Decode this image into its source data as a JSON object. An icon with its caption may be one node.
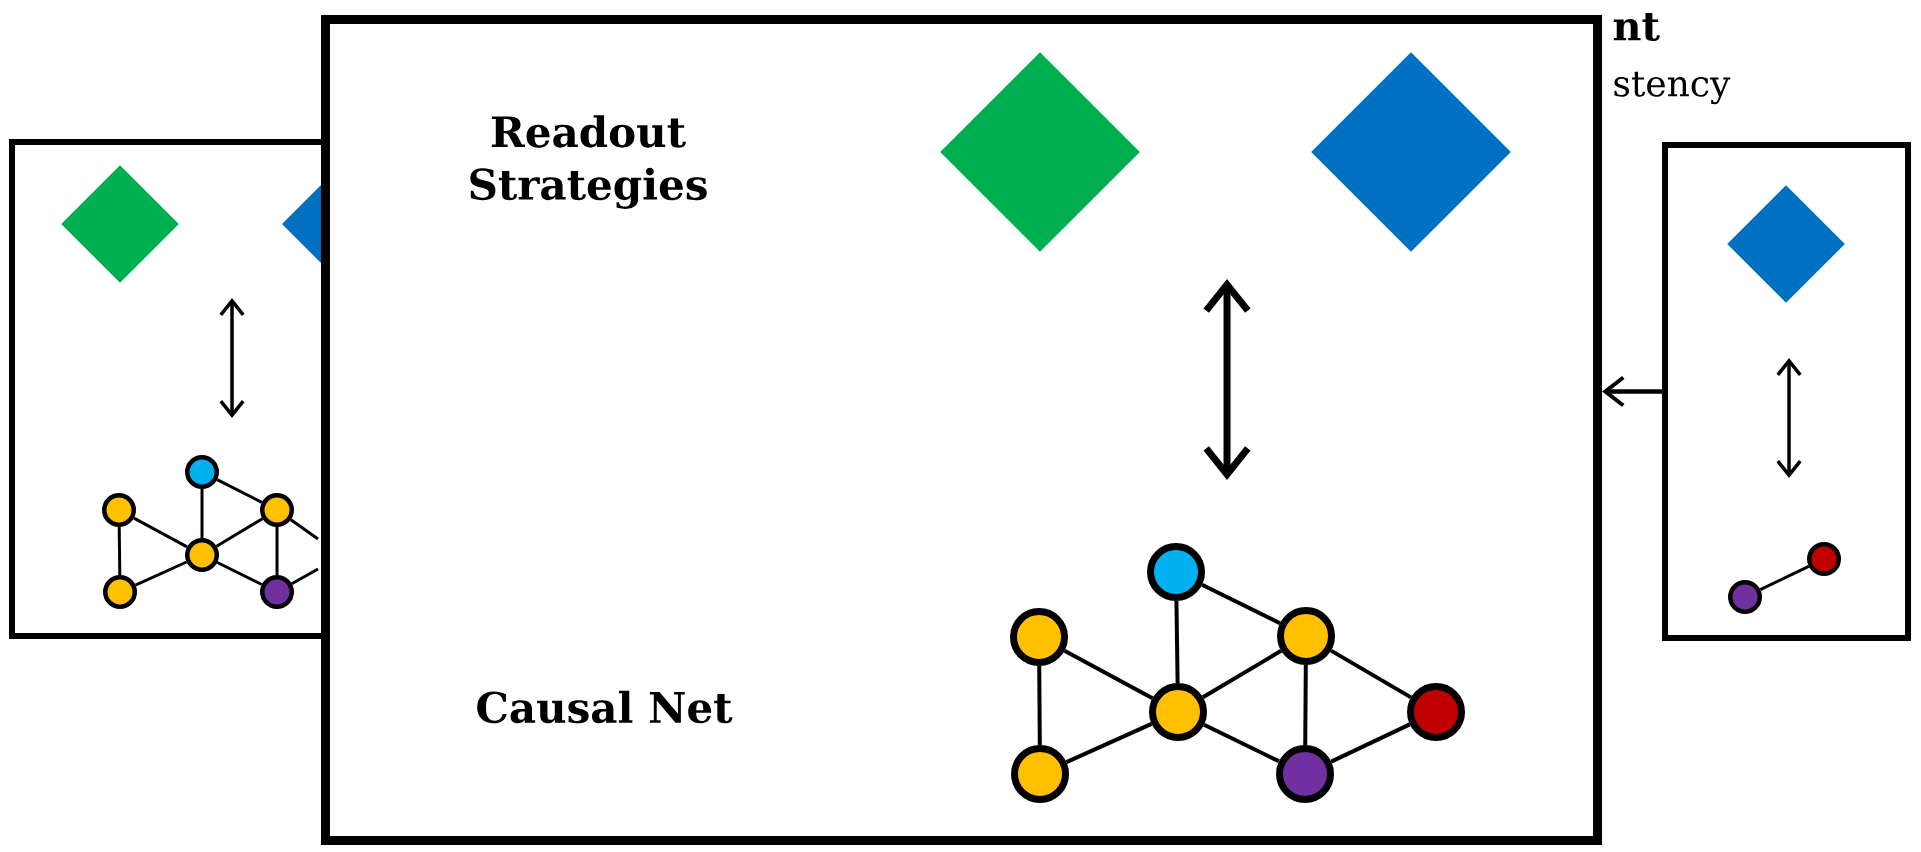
{
  "diagram": {
    "nodes": [
      {
        "text": [],
        "shape": "box"
      },
      {
        "text": [],
        "shape": "diamond",
        "in": 0
      },
      {
        "text": [],
        "shape": "diamond",
        "in": 0
      },
      {
        "text": [],
        "shape": "circle",
        "in": 0
      },
      {
        "text": [],
        "shape": "circle",
        "in": 0
      },
      {
        "text": [],
        "shape": "circle",
        "in": 0
      },
      {
        "text": [],
        "shape": "circle",
        "in": 0
      },
      {
        "text": [],
        "shape": "circle",
        "in": 0
      },
      {
        "text": [],
        "shape": "circle",
        "in": 0
      },
      {
        "text": [],
        "shape": "box"
      },
      {
        "text": [],
        "shape": "diamond",
        "in": 9
      },
      {
        "text": [],
        "shape": "diamond",
        "in": 9
      },
      {
        "text": [],
        "shape": "circle",
        "in": 9
      },
      {
        "text": [],
        "shape": "circle",
        "in": 9
      },
      {
        "text": [],
        "shape": "circle",
        "in": 9
      },
      {
        "text": [],
        "shape": "circle",
        "in": 9
      },
      {
        "text": [],
        "shape": "circle",
        "in": 9
      },
      {
        "text": [],
        "shape": "circle",
        "in": 9
      },
      {
        "text": [],
        "shape": "circle",
        "in": 9
      },
      {
        "text": [],
        "shape": "box"
      },
      {
        "text": [],
        "shape": "diamond",
        "in": 19
      },
      {
        "text": [],
        "shape": "circle",
        "in": 19
      },
      {
        "text": [],
        "shape": "circle",
        "in": 19
      }
    ],
    "edges": [
      {
        "from": 3,
        "to": 6,
        "arrow": "none"
      },
      {
        "from": 3,
        "to": 5,
        "arrow": "none"
      },
      {
        "from": 4,
        "to": 6,
        "arrow": "none"
      },
      {
        "from": 4,
        "to": 7,
        "arrow": "none"
      },
      {
        "from": 5,
        "to": 6,
        "arrow": "none"
      },
      {
        "from": 5,
        "to": 8,
        "arrow": "none"
      },
      {
        "from": 5,
        "to": null,
        "arrow": "none"
      },
      {
        "from": 6,
        "to": 7,
        "arrow": "none"
      },
      {
        "from": 6,
        "to": 8,
        "arrow": "none"
      },
      {
        "from": 8,
        "to": null,
        "arrow": "none"
      },
      {
        "from": 12,
        "to": 15,
        "arrow": "none"
      },
      {
        "from": 12,
        "to": 14,
        "arrow": "none"
      },
      {
        "from": 13,
        "to": 15,
        "arrow": "none"
      },
      {
        "from": 13,
        "to": 17,
        "arrow": "none"
      },
      {
        "from": 14,
        "to": 15,
        "arrow": "none"
      },
      {
        "from": 14,
        "to": 18,
        "arrow": "none"
      },
      {
        "from": 14,
        "to": 16,
        "arrow": "none"
      },
      {
        "from": 15,
        "to": 17,
        "arrow": "none"
      },
      {
        "from": 15,
        "to": 18,
        "arrow": "none"
      },
      {
        "from": 18,
        "to": 16,
        "arrow": "none"
      },
      {
        "from": 21,
        "to": 22,
        "arrow": "none"
      },
      {
        "from": 19,
        "to": 9,
        "arrow": "to"
      }
    ],
    "labels": [
      "nt",
      "stency",
      "Readout Strategies",
      "Causal Net"
    ]
  }
}
